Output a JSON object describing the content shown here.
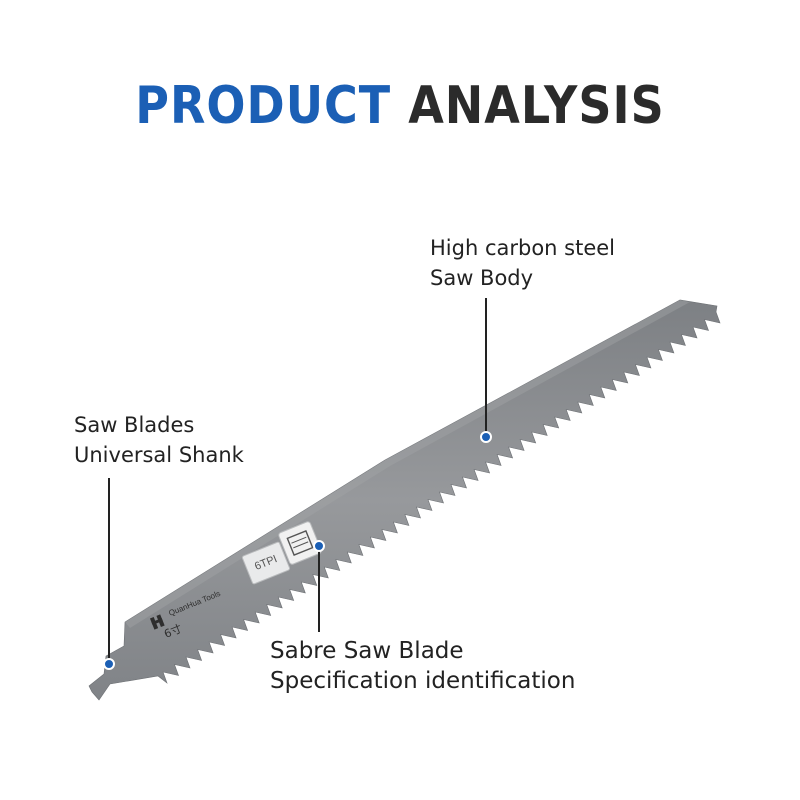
{
  "title": {
    "word1": "PRODUCT",
    "word2": "ANALYSIS"
  },
  "colors": {
    "accent": "#1b5fb5",
    "dark": "#2b2b2b",
    "blade": "#8d8f92",
    "dot": "#1b5fb5"
  },
  "callouts": {
    "body": {
      "line1": "High carbon steel",
      "line2": "Saw Body"
    },
    "shank": {
      "line1": "Saw Blades",
      "line2": "Universal Shank"
    },
    "spec": {
      "line1": "Sabre Saw Blade",
      "line2": "Specification identification"
    }
  },
  "blade": {
    "tpi_label": "6TPI",
    "brand": "QuanHua Tools",
    "size_mark": "6寸"
  }
}
